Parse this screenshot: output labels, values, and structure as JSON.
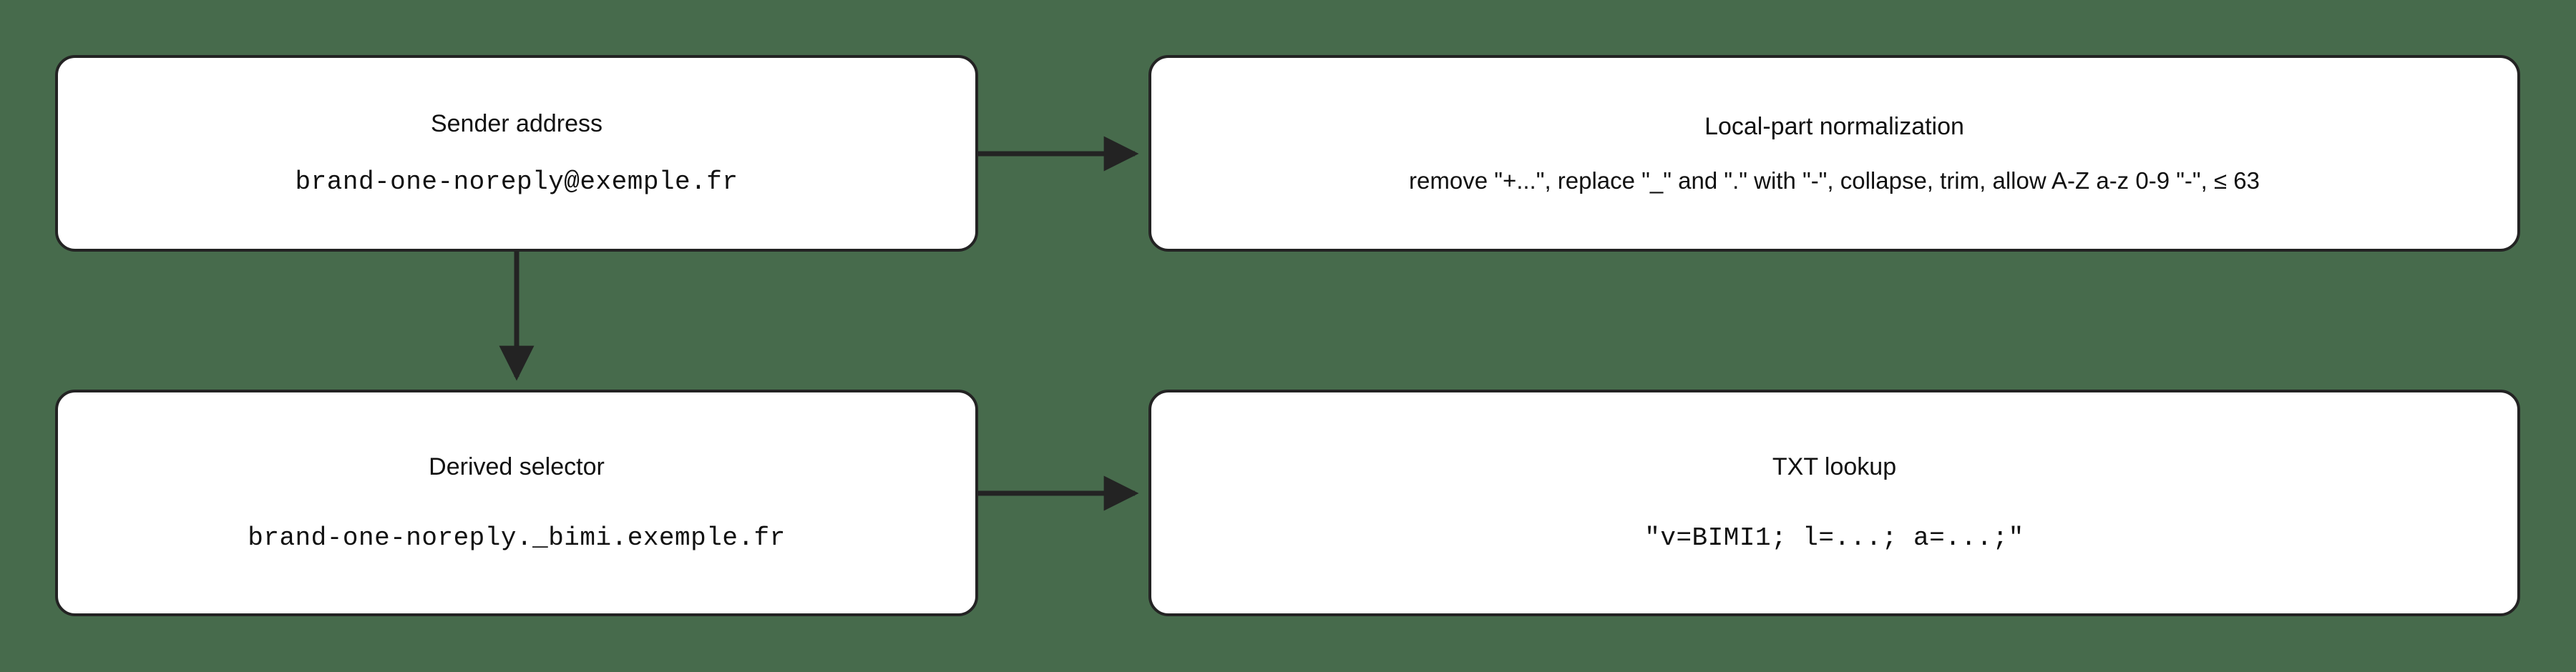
{
  "diagram": {
    "type": "flowchart",
    "background_color": "#476b4c",
    "box_fill_color": "#ffffff",
    "box_border_color": "#232323",
    "edge_color": "#232323",
    "nodes": [
      {
        "id": "sender-address",
        "title": "Sender address",
        "detail": "brand-one-noreply@exemple.fr",
        "detail_style": "mono"
      },
      {
        "id": "local-part-normalization",
        "title": "Local-part normalization",
        "detail": "remove \"+...\", replace \"_\" and \".\" with \"-\", collapse, trim, allow A-Z a-z 0-9 \"-\", ≤ 63",
        "detail_style": "sans"
      },
      {
        "id": "derived-selector",
        "title": "Derived selector",
        "detail": "brand-one-noreply._bimi.exemple.fr",
        "detail_style": "mono"
      },
      {
        "id": "txt-lookup",
        "title": "TXT lookup",
        "detail": "\"v=BIMI1; l=...; a=...;\"",
        "detail_style": "mono"
      }
    ],
    "edges": [
      {
        "id": "sender-address-to-local-part-normalization",
        "from": "sender-address",
        "to": "local-part-normalization",
        "direction": "right",
        "label": ""
      },
      {
        "id": "sender-address-to-derived-selector",
        "from": "sender-address",
        "to": "derived-selector",
        "direction": "down",
        "label": ""
      },
      {
        "id": "derived-selector-to-txt-lookup",
        "from": "derived-selector",
        "to": "txt-lookup",
        "direction": "right",
        "label": ""
      }
    ]
  }
}
